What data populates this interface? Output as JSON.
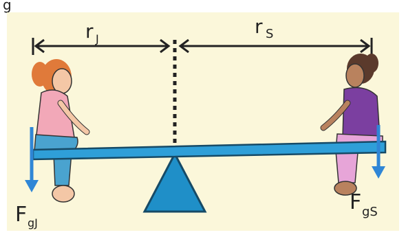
{
  "diagram": {
    "header_fragment": "g",
    "labels": {
      "r_left": "r",
      "r_left_sub": "J",
      "r_right": "r",
      "r_right_sub": "S",
      "f_left": "F",
      "f_left_sub": "gJ",
      "f_right": "F",
      "f_right_sub": "gS"
    },
    "colors": {
      "background": "#fbf7da",
      "beam": "#2f9fd8",
      "fulcrum": "#1f8fc8",
      "force_arrow": "#2f86d6",
      "dimension_line": "#222222",
      "left_person_hair": "#e07a3a",
      "left_person_shirt": "#f2a8b8",
      "left_person_pants": "#4aa3cf",
      "right_person_hair": "#5b3a2c",
      "right_person_shirt": "#7b3fa0",
      "right_person_pants": "#e7a5d8",
      "skin": "#f4c7a6",
      "right_person_skin": "#b9825e"
    }
  }
}
